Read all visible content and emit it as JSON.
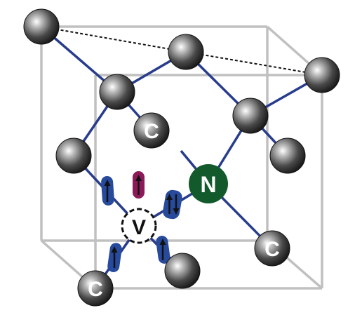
{
  "labels": {
    "carbon": "C",
    "nitrogen": "N",
    "vacancy": "V"
  },
  "colors": {
    "cube_edge": "#c0c0c0",
    "bond": "#283c8c",
    "atom": "#333333",
    "nitrogen": "#125a2c",
    "spin_box": "#284a9c",
    "spin_box_highlight": "#8c1a5a",
    "arrow": "#111111"
  },
  "spins": [
    {
      "name": "spin-up-arrow-left",
      "arrows": "up",
      "color": "blue"
    },
    {
      "name": "spin-up-arrow-center",
      "arrows": "up",
      "color": "magenta"
    },
    {
      "name": "spin-pair-arrow-right",
      "arrows": "up-down",
      "color": "blue"
    },
    {
      "name": "spin-up-arrow-lower-left",
      "arrows": "up",
      "color": "blue"
    },
    {
      "name": "spin-up-arrow-lower-right",
      "arrows": "up",
      "color": "blue"
    }
  ]
}
